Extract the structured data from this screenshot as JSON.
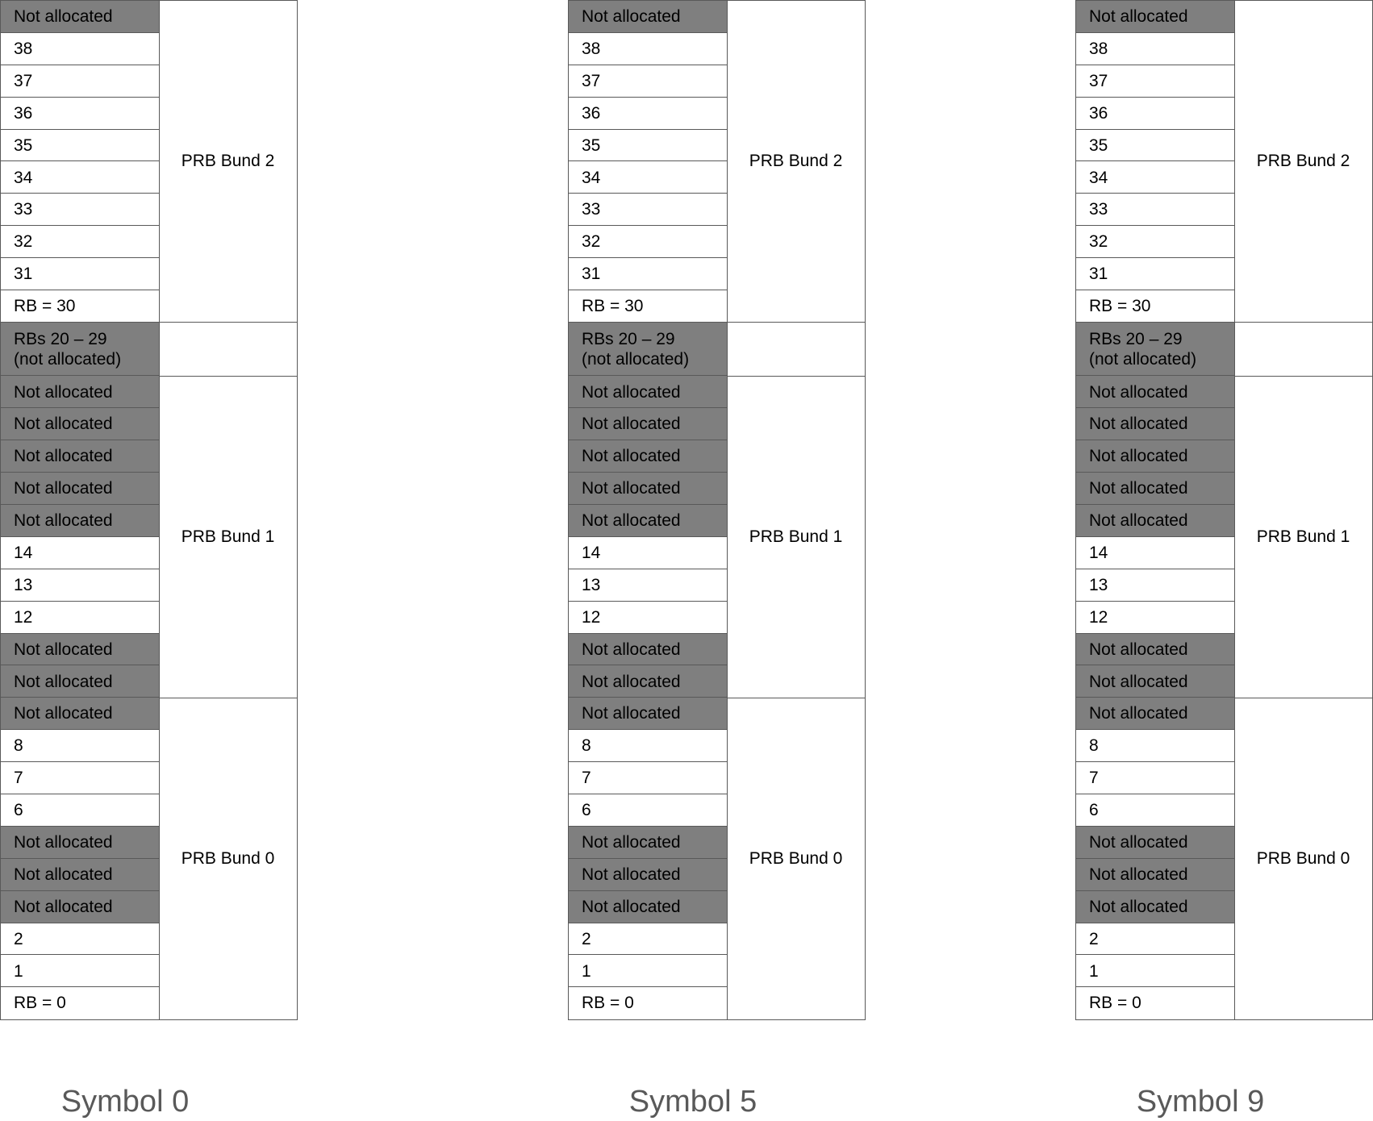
{
  "colors": {
    "not_allocated_fill": "#7f7f7f",
    "border": "#595959",
    "label": "#595959"
  },
  "symbols": [
    {
      "label": "Symbol 0",
      "rbs": [
        "Not allocated",
        "38",
        "37",
        "36",
        "35",
        "34",
        "33",
        "32",
        "31",
        "RB = 30",
        "RBs 20 – 29\n(not allocated)",
        "Not allocated",
        "Not allocated",
        "Not allocated",
        "Not allocated",
        "Not allocated",
        "14",
        "13",
        "12",
        "Not allocated",
        "Not allocated",
        "Not allocated",
        "8",
        "7",
        "6",
        "Not allocated",
        "Not allocated",
        "Not allocated",
        "2",
        "1",
        "RB = 0"
      ],
      "bundles": [
        "PRB Bund 2",
        "",
        "PRB Bund 1",
        "PRB Bund 0"
      ]
    },
    {
      "label": "Symbol 5",
      "rbs": [
        "Not allocated",
        "38",
        "37",
        "36",
        "35",
        "34",
        "33",
        "32",
        "31",
        "RB = 30",
        "RBs 20 – 29\n(not allocated)",
        "Not allocated",
        "Not allocated",
        "Not allocated",
        "Not allocated",
        "Not allocated",
        "14",
        "13",
        "12",
        "Not allocated",
        "Not allocated",
        "Not allocated",
        "8",
        "7",
        "6",
        "Not allocated",
        "Not allocated",
        "Not allocated",
        "2",
        "1",
        "RB = 0"
      ],
      "bundles": [
        "PRB Bund 2",
        "",
        "PRB Bund 1",
        "PRB Bund 0"
      ]
    },
    {
      "label": "Symbol 9",
      "rbs": [
        "Not allocated",
        "38",
        "37",
        "36",
        "35",
        "34",
        "33",
        "32",
        "31",
        "RB = 30",
        "RBs 20 – 29\n(not allocated)",
        "Not allocated",
        "Not allocated",
        "Not allocated",
        "Not allocated",
        "Not allocated",
        "14",
        "13",
        "12",
        "Not allocated",
        "Not allocated",
        "Not allocated",
        "8",
        "7",
        "6",
        "Not allocated",
        "Not allocated",
        "Not allocated",
        "2",
        "1",
        "RB = 0"
      ],
      "bundles": [
        "PRB Bund 2",
        "",
        "PRB Bund 1",
        "PRB Bund 0"
      ]
    }
  ]
}
